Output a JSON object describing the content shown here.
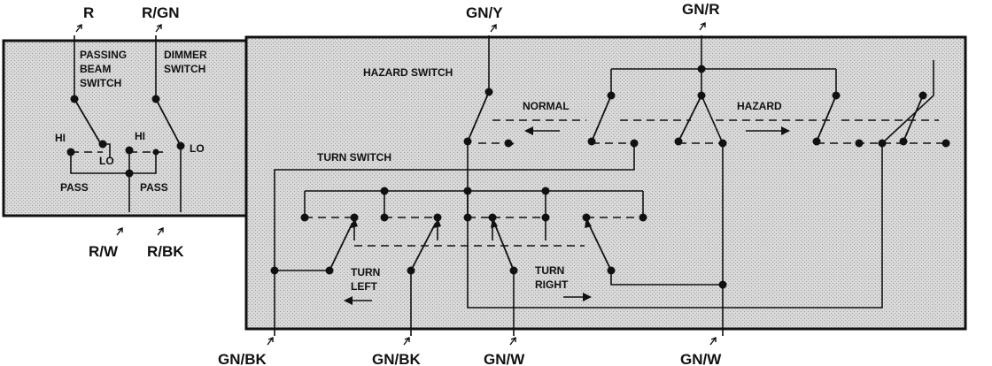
{
  "wire_labels": {
    "r": "R",
    "r_gn": "R/GN",
    "gn_y": "GN/Y",
    "gn_r": "GN/R",
    "r_w": "R/W",
    "r_bk": "R/BK",
    "gn_bk_1": "GN/BK",
    "gn_bk_2": "GN/BK",
    "gn_w_1": "GN/W",
    "gn_w_2": "GN/W"
  },
  "left_panel": {
    "passing_beam_switch": [
      "PASSING",
      "BEAM",
      "SWITCH"
    ],
    "dimmer_switch": [
      "DIMMER",
      "SWITCH"
    ],
    "hi_1": "HI",
    "lo_1": "LO",
    "hi_2": "HI",
    "lo_2": "LO",
    "pass_1": "PASS",
    "pass_2": "PASS"
  },
  "right_panel": {
    "hazard_switch": "HAZARD SWITCH",
    "normal": "NORMAL",
    "hazard": "HAZARD",
    "turn_switch": "TURN SWITCH",
    "turn_left": [
      "TURN",
      "LEFT"
    ],
    "turn_right": [
      "TURN",
      "RIGHT"
    ]
  },
  "colors": {
    "panel_fill": "#d6d6d6",
    "ink": "#111111"
  }
}
